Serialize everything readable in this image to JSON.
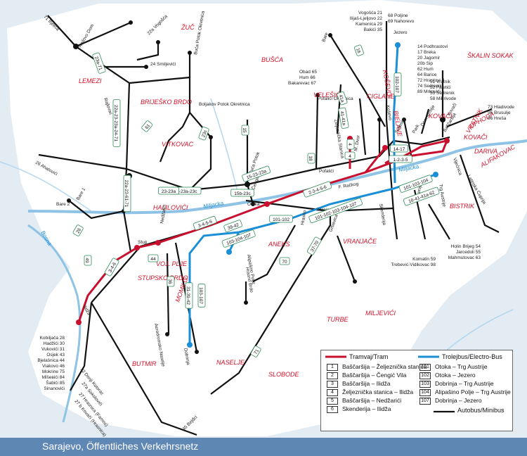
{
  "footer_title": "Sarajevo, Öffentliches Verkehrsnetz",
  "colors": {
    "tram": "#c8102e",
    "trolleybus": "#1a8fd6",
    "bus": "#111111",
    "district": "#d4112a",
    "water": "#8fc3e6",
    "land": "#ffffff"
  },
  "districts": [
    "ŽUČ",
    "LEMEZI",
    "BUŠĆA",
    "ŠKALIN SOKAK",
    "BRIJEŠKO BRDO",
    "VELEŠIĆI",
    "CIGLANE",
    "KOŠEVO",
    "BIELAVE",
    "VITKOVAC",
    "KOVAČI",
    "VRATNIK",
    "OPHODA",
    "KOVAČI",
    "DARIVA",
    "ALIFAKOVAC",
    "HALILOVIĆI",
    "BISTRIK",
    "VRANJAČE",
    "ANEKS",
    "VOJ. PLJE",
    "STUPSKO BRDO",
    "MOMILO",
    "MILJEVIĆI",
    "TURBE",
    "NASELJE",
    "SLOBODE",
    "BUTMIR"
  ],
  "rivers": [
    "Miljacka",
    "Miljacka",
    "Bosna"
  ],
  "route_labels": [
    "23a-71",
    "22a-23-23a-24-71",
    "22a-23-61-71",
    "61",
    "15",
    "23c",
    "15-23-23a",
    "23-23a-23c",
    "15b-23c",
    "23-23a",
    "16",
    "102-107",
    "41a",
    "41-41a",
    "18",
    "4",
    "4",
    "14-17",
    "1-2-3-5",
    "2-3-4-5-6",
    "101-103-104",
    "18-41-41a-62",
    "101-102-103-104-107",
    "3-4-5-6",
    "39-42",
    "101-102",
    "103-104-107",
    "26",
    "49",
    "3-4-6",
    "44",
    "36",
    "31-39-42",
    "103-107",
    "37-70",
    "70",
    "71"
  ],
  "stops": {
    "top_left": [
      "71 Bjelića",
      "Rajlovo Dom",
      "22a Vogošća",
      "24 Smiljevići",
      "Buća Potok Okretnica",
      "Boljakov Potok Okretnica",
      "Rajlovac",
      "Buća Potok",
      "Otoka",
      "Pofalići",
      "Pofalići Okretnica",
      "Obad 65",
      "Hum 66",
      "Bakarevac 67",
      "Želje­znička Stanica",
      "Ned­žarići",
      "Stup",
      "Ilidža",
      "26 Ahatovići",
      "Bare 1",
      "Bare 2"
    ],
    "top_right": [
      "Vogošća 21",
      "Ilijaš-Ljeljovo 22",
      "Kamenica 29",
      "Bakići 35",
      "68 Poljine",
      "69 Nahorevo",
      "Jezero",
      "Bare",
      "Koševo",
      "Sutjeska",
      "Park",
      "Dom Armije",
      "Baščaršija",
      "Kovači",
      "Vijećnica",
      "Latinska Ćuprija",
      "Trg Austrije",
      "Drvenija",
      "Skenderija",
      "F. Račkog",
      "Čengić Vila",
      "Hrasno",
      "Grbavica",
      "Alipašino Polje",
      "Dobrinja",
      "Hrasno Brdo",
      "Aerodromsko Naselje",
      "M. Dvor",
      "Saraj­polje"
    ],
    "hill_list": [
      "14 Podhrastovi",
      "17 Breka",
      "20 Jagomir",
      "20b Sip",
      "62 Hum",
      "64 Barice",
      "72 Hrastovi II",
      "74 Sedrenik",
      "89 Mrkovići"
    ],
    "east_list": [
      "51 Vratnik",
      "52 Faletići",
      "55 Sedrenik",
      "58 Mihrivode"
    ],
    "far_east": [
      "73 Hladivode",
      "95 Brusulje",
      "96 Hreša"
    ],
    "south_east": [
      "Holin Brijeg 54",
      "Jarcedoli 55",
      "Mahmutovac 63"
    ],
    "south_center": [
      "Komatin 59",
      "Trebević-Vidikovac 98"
    ],
    "southwest": [
      "Kobiljača 28",
      "Hadžići 30",
      "Vukovići 31",
      "Osjek 43",
      "Bjelašnica 44",
      "Viakovo 46",
      "Mokrine 75",
      "Mišeвići 84",
      "Šabići 85",
      "Sinanovići"
    ],
    "bottom_left": [
      "32 Donji Kotorac",
      "27a Sokolovići",
      "27 Hrasnica (Famos)",
      "27 b Kovačí (Hrasnica)",
      "45 Bejđci"
    ]
  },
  "legend": {
    "tram_title": "Tramvaj/Tram",
    "trolley_title": "Trolejbus/Electro-Bus",
    "bus_title": "Autobus/Minibus",
    "tram_lines": [
      {
        "num": "1",
        "route": "Baščaršija – Željeznička stanica"
      },
      {
        "num": "2",
        "route": "Baščaršija – Čengić Vila"
      },
      {
        "num": "3",
        "route": "Baščaršija – Ilidža"
      },
      {
        "num": "4",
        "route": "Željeznička stanica – Ilidža"
      },
      {
        "num": "5",
        "route": "Baščaršija – Nedžarići"
      },
      {
        "num": "6",
        "route": "Skenderija – Ilidža"
      }
    ],
    "trolley_lines": [
      {
        "num": "101",
        "route": "Otoka – Trg Austrije"
      },
      {
        "num": "102",
        "route": "Otoka – Jezero"
      },
      {
        "num": "103",
        "route": "Dobrinja – Trg Austrije"
      },
      {
        "num": "104",
        "route": "Alipašino Polje – Trg Austrije"
      },
      {
        "num": "107",
        "route": "Dobrinja – Jezero"
      }
    ]
  }
}
